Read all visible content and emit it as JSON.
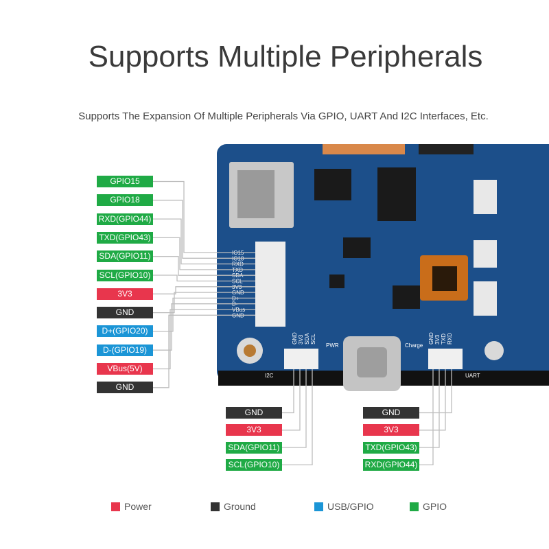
{
  "title": "Supports Multiple Peripherals",
  "subtitle": "Supports The Expansion Of Multiple Peripherals Via GPIO, UART And I2C Interfaces, Etc.",
  "colors": {
    "power": "#e8364d",
    "ground": "#333333",
    "usb_gpio": "#1b95d6",
    "gpio": "#1faa45",
    "board": "#1c4f8a"
  },
  "left_pins": [
    {
      "label": "GPIO15",
      "type": "gpio"
    },
    {
      "label": "GPIO18",
      "type": "gpio"
    },
    {
      "label": "RXD(GPIO44)",
      "type": "gpio"
    },
    {
      "label": "TXD(GPIO43)",
      "type": "gpio"
    },
    {
      "label": "SDA(GPIO11)",
      "type": "gpio"
    },
    {
      "label": "SCL(GPIO10)",
      "type": "gpio"
    },
    {
      "label": "3V3",
      "type": "power"
    },
    {
      "label": "GND",
      "type": "ground"
    },
    {
      "label": "D+(GPIO20)",
      "type": "usb_gpio"
    },
    {
      "label": "D-(GPIO19)",
      "type": "usb_gpio"
    },
    {
      "label": "VBus(5V)",
      "type": "power"
    },
    {
      "label": "GND",
      "type": "ground"
    }
  ],
  "header_silk": [
    "IO15",
    "IO18",
    "RXD",
    "TXD",
    "SDA",
    "SCL",
    "3V3",
    "GND",
    "D+",
    "D-",
    "VBus",
    "GND"
  ],
  "i2c_pins": [
    {
      "label": "GND",
      "type": "ground"
    },
    {
      "label": "3V3",
      "type": "power"
    },
    {
      "label": "SDA(GPIO11)",
      "type": "gpio"
    },
    {
      "label": "SCL(GPIO10)",
      "type": "gpio"
    }
  ],
  "uart_pins": [
    {
      "label": "GND",
      "type": "ground"
    },
    {
      "label": "3V3",
      "type": "power"
    },
    {
      "label": "TXD(GPIO43)",
      "type": "gpio"
    },
    {
      "label": "RXD(GPIO44)",
      "type": "gpio"
    }
  ],
  "board_text": {
    "i2c_silk": [
      "GND",
      "3V3",
      "SDA",
      "SCL"
    ],
    "uart_silk": [
      "GND",
      "3V3",
      "TXD",
      "RXD"
    ],
    "i2c": "I2C",
    "uart": "UART",
    "pwr": "PWR",
    "charge": "Charge"
  },
  "legend": [
    {
      "label": "Power",
      "color": "#e8364d"
    },
    {
      "label": "Ground",
      "color": "#333333"
    },
    {
      "label": "USB/GPIO",
      "color": "#1b95d6"
    },
    {
      "label": "GPIO",
      "color": "#1faa45"
    }
  ]
}
